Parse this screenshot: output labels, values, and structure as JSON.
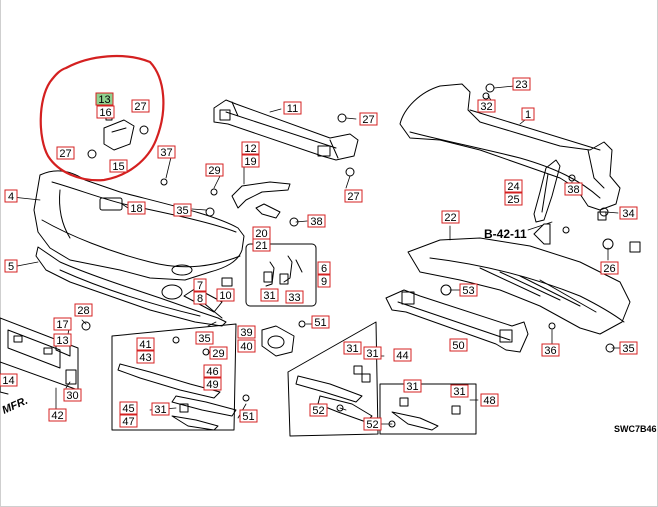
{
  "diagram": {
    "code": "SWC7B46",
    "reference": "B-42-11",
    "mfr_text": "MFR.",
    "highlight_color": "#8fd18f",
    "callout_color": "#d42020",
    "circle_color": "#d42020",
    "labels": [
      {
        "id": "l13a",
        "text": "13",
        "highlight": true
      },
      {
        "id": "l16",
        "text": "16"
      },
      {
        "id": "l27a",
        "text": "27"
      },
      {
        "id": "l27b",
        "text": "27"
      },
      {
        "id": "l15",
        "text": "15"
      },
      {
        "id": "l37",
        "text": "37"
      },
      {
        "id": "l4",
        "text": "4"
      },
      {
        "id": "l18",
        "text": "18"
      },
      {
        "id": "l5",
        "text": "5"
      },
      {
        "id": "l11",
        "text": "11"
      },
      {
        "id": "l27c",
        "text": "27"
      },
      {
        "id": "l12",
        "text": "12"
      },
      {
        "id": "l19",
        "text": "19"
      },
      {
        "id": "l29a",
        "text": "29"
      },
      {
        "id": "l27d",
        "text": "27"
      },
      {
        "id": "l35a",
        "text": "35"
      },
      {
        "id": "l20",
        "text": "20"
      },
      {
        "id": "l21",
        "text": "21"
      },
      {
        "id": "l38a",
        "text": "38"
      },
      {
        "id": "l23",
        "text": "23"
      },
      {
        "id": "l32",
        "text": "32"
      },
      {
        "id": "l1",
        "text": "1"
      },
      {
        "id": "l24",
        "text": "24"
      },
      {
        "id": "l25",
        "text": "25"
      },
      {
        "id": "l38b",
        "text": "38"
      },
      {
        "id": "l34",
        "text": "34"
      },
      {
        "id": "l22",
        "text": "22"
      },
      {
        "id": "l26",
        "text": "26"
      },
      {
        "id": "l6",
        "text": "6"
      },
      {
        "id": "l9",
        "text": "9"
      },
      {
        "id": "l31a",
        "text": "31"
      },
      {
        "id": "l33",
        "text": "33"
      },
      {
        "id": "l7",
        "text": "7"
      },
      {
        "id": "l8",
        "text": "8"
      },
      {
        "id": "l10",
        "text": "10"
      },
      {
        "id": "l53",
        "text": "53"
      },
      {
        "id": "l28",
        "text": "28"
      },
      {
        "id": "l17",
        "text": "17"
      },
      {
        "id": "l13b",
        "text": "13"
      },
      {
        "id": "l35b",
        "text": "35"
      },
      {
        "id": "l51a",
        "text": "51"
      },
      {
        "id": "l39",
        "text": "39"
      },
      {
        "id": "l40",
        "text": "40"
      },
      {
        "id": "l29b",
        "text": "29"
      },
      {
        "id": "l41",
        "text": "41"
      },
      {
        "id": "l43",
        "text": "43"
      },
      {
        "id": "l46",
        "text": "46"
      },
      {
        "id": "l49",
        "text": "49"
      },
      {
        "id": "l36",
        "text": "36"
      },
      {
        "id": "l35c",
        "text": "35"
      },
      {
        "id": "l50",
        "text": "50"
      },
      {
        "id": "l31b",
        "text": "31"
      },
      {
        "id": "l31c",
        "text": "31"
      },
      {
        "id": "l44",
        "text": "44"
      },
      {
        "id": "l14",
        "text": "14"
      },
      {
        "id": "l30",
        "text": "30"
      },
      {
        "id": "l42",
        "text": "42"
      },
      {
        "id": "l45",
        "text": "45"
      },
      {
        "id": "l47",
        "text": "47"
      },
      {
        "id": "l31d",
        "text": "31"
      },
      {
        "id": "l51b",
        "text": "51"
      },
      {
        "id": "l31e",
        "text": "31"
      },
      {
        "id": "l31f",
        "text": "31"
      },
      {
        "id": "l48",
        "text": "48"
      },
      {
        "id": "l52a",
        "text": "52"
      },
      {
        "id": "l52b",
        "text": "52"
      }
    ]
  }
}
